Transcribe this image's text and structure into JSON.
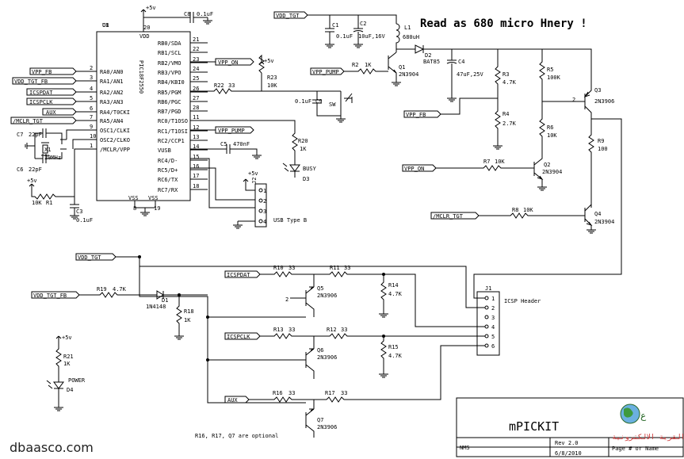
{
  "note": "Read as 680 micro Hnery !",
  "title": "mPICKIT",
  "revision": "Rev 2.0",
  "date": "6/8/2010",
  "author": "NMS",
  "page_label": "Page # or Name",
  "watermark_site": "dbaasco.com",
  "watermark_logo_text": "القرية الالكترونية",
  "optional_note": "R16, R17, Q7 are optional",
  "icsp_header_label": "ICSP Header",
  "usb_label": "USB Type B",
  "supply_label": "+5v",
  "ic": {
    "ref": "U1",
    "name": "PIC18F2550",
    "vdd": "VDD",
    "vss": "VSS",
    "vdd_pin": "20",
    "vss_pins": [
      "8",
      "19"
    ],
    "left_pins": [
      {
        "num": "2",
        "name": "RA0/AN0"
      },
      {
        "num": "3",
        "name": "RA1/AN1"
      },
      {
        "num": "4",
        "name": "RA2/AN2"
      },
      {
        "num": "5",
        "name": "RA3/AN3"
      },
      {
        "num": "6",
        "name": "RA4/T0CKI"
      },
      {
        "num": "7",
        "name": "RA5/AN4"
      },
      {
        "num": "9",
        "name": "OSC1/CLKI"
      },
      {
        "num": "10",
        "name": "OSC2/CLKO"
      },
      {
        "num": "1",
        "name": "/MCLR/VPP"
      }
    ],
    "right_pins": [
      {
        "num": "21",
        "name": "RB0/SDA"
      },
      {
        "num": "22",
        "name": "RB1/SCL"
      },
      {
        "num": "23",
        "name": "RB2/VMO"
      },
      {
        "num": "24",
        "name": "RB3/VPO"
      },
      {
        "num": "25",
        "name": "RB4/KBI0"
      },
      {
        "num": "26",
        "name": "RB5/PGM"
      },
      {
        "num": "27",
        "name": "RB6/PGC"
      },
      {
        "num": "28",
        "name": "RB7/PGD"
      },
      {
        "num": "11",
        "name": "RC0/T1OSO"
      },
      {
        "num": "12",
        "name": "RC1/T1OSI"
      },
      {
        "num": "13",
        "name": "RC2/CCP1"
      },
      {
        "num": "14",
        "name": "VUSB"
      },
      {
        "num": "15",
        "name": "RC4/D-"
      },
      {
        "num": "16",
        "name": "RC5/D+"
      },
      {
        "num": "17",
        "name": "RC6/TX"
      },
      {
        "num": "18",
        "name": "RC7/RX"
      }
    ]
  },
  "nets": {
    "vpp_fb": "VPP_FB",
    "vdd_tgt_fb": "VDD_TGT_FB",
    "icspdat": "ICSPDAT",
    "icspclk": "ICSPCLK",
    "aux": "AUX",
    "mclr_tgt": "/MCLR_TGT",
    "vpp_on": "VPP_ON",
    "vpp_pump": "VPP_PUMP",
    "vdd_tgt": "VDD_TGT"
  },
  "parts": {
    "C8": "C8",
    "C8_val": "0.1uF",
    "C7": "C7",
    "C7_val": "22pF",
    "C6": "C6",
    "C6_val": "22pF",
    "X1": "X1",
    "X1_val": "20MHz",
    "R1": "R1",
    "R1_val": "10K",
    "C3": "C3",
    "C3_val": "0.1uF",
    "R22": "R22",
    "R22_val": "33",
    "R23": "R23",
    "R23_val": "10K",
    "C9": "C9",
    "C9_val": "0.1uF",
    "SW": "SW",
    "C5": "C5",
    "C5_val": "470nF",
    "R20": "R20",
    "R20_val": "1K",
    "D3": "D3",
    "D3_label": "BUSY",
    "J2": "J2",
    "C1": "C1",
    "C1_val": "0.1uF",
    "C2": "C2",
    "C2_val": "10uF,16V",
    "L1": "L1",
    "L1_val": "680uH",
    "D2": "D2",
    "D2_val": "BAT85",
    "R2": "R2",
    "R2_val": "1K",
    "Q1": "Q1",
    "Q1_val": "2N3904",
    "C4": "C4",
    "C4_val": "47uF,25V",
    "R3": "R3",
    "R3_val": "4.7K",
    "R4": "R4",
    "R4_val": "2.7K",
    "R5": "R5",
    "R5_val": "100K",
    "R6": "R6",
    "R6_val": "10K",
    "Q3": "Q3",
    "Q3_val": "2N3906",
    "R9": "R9",
    "R9_val": "100",
    "R7": "R7",
    "R7_val": "10K",
    "Q2": "Q2",
    "Q2_val": "2N3904",
    "R8": "R8",
    "R8_val": "10K",
    "Q4": "Q4",
    "Q4_val": "2N3904",
    "R19": "R19",
    "R19_val": "4.7K",
    "D1": "D1",
    "D1_val": "1N4148",
    "R18": "R18",
    "R18_val": "1K",
    "R10": "R10",
    "R10_val": "33",
    "R11": "R11",
    "R11_val": "33",
    "R14": "R14",
    "R14_val": "4.7K",
    "Q5": "Q5",
    "Q5_val": "2N3906",
    "R13": "R13",
    "R13_val": "33",
    "R12": "R12",
    "R12_val": "33",
    "R15": "R15",
    "R15_val": "4.7K",
    "Q6": "Q6",
    "Q6_val": "2N3906",
    "R16": "R16",
    "R16_val": "33",
    "R17": "R17",
    "R17_val": "33",
    "Q7": "Q7",
    "Q7_val": "2N3906",
    "R21": "R21",
    "R21_val": "1K",
    "D4": "D4",
    "D4_label": "POWER",
    "J1": "J1"
  },
  "j1_pins": [
    "1",
    "2",
    "3",
    "4",
    "5",
    "6"
  ],
  "j2_pins": [
    "1",
    "2",
    "3",
    "4"
  ]
}
